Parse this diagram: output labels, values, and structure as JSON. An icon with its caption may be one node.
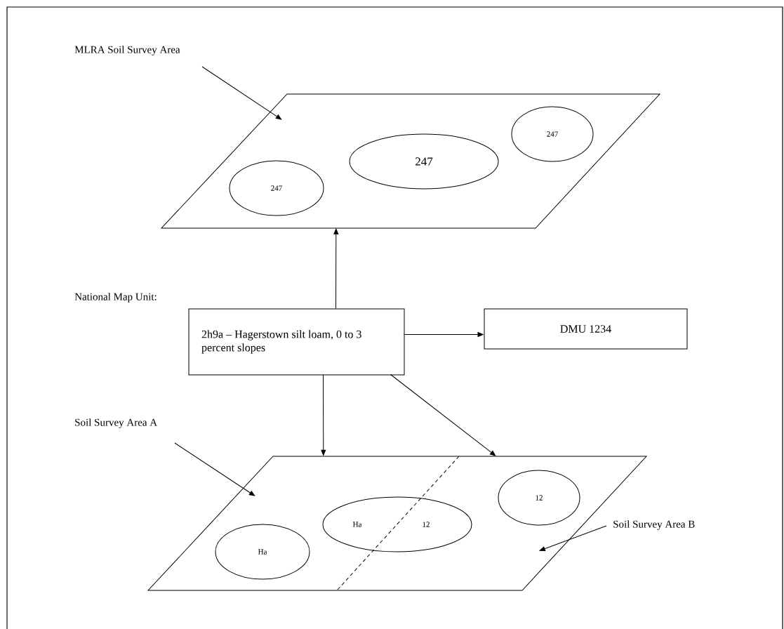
{
  "diagram": {
    "nodes": [
      {
        "text": [
          "MLRA Soil Survey Area"
        ]
      },
      {
        "text": [],
        "shape": "parallelogram"
      },
      {
        "text": [
          "247"
        ],
        "in": 1
      },
      {
        "text": [
          "247"
        ],
        "in": 1
      },
      {
        "text": [
          "247"
        ],
        "in": 1
      },
      {
        "text": [
          "National Map Unit:",
          "2h9a – Hagerstown silt loam, 0 to 3 percent slopes"
        ]
      },
      {
        "text": [
          "DMU 1234"
        ]
      },
      {
        "text": [
          "Soil Survey Area A"
        ]
      },
      {
        "text": [],
        "shape": "parallelogram"
      },
      {
        "text": [
          "Ha"
        ],
        "in": 8
      },
      {
        "text": [
          "Ha",
          "12"
        ],
        "in": 8
      },
      {
        "text": [
          "12"
        ],
        "in": 8
      },
      {
        "text": [
          "Soil Survey Area B"
        ]
      }
    ],
    "edges": [
      {
        "from": 0,
        "to": 1,
        "arrow": "to"
      },
      {
        "from": 5,
        "to": 1,
        "arrow": "to"
      },
      {
        "from": 5,
        "to": 6,
        "arrow": "to"
      },
      {
        "from": 5,
        "to": 8,
        "arrow": "to"
      },
      {
        "from": 5,
        "to": 8,
        "arrow": "to"
      },
      {
        "from": 7,
        "to": 8,
        "arrow": "to"
      },
      {
        "from": 12,
        "to": 8,
        "arrow": "to"
      }
    ]
  }
}
